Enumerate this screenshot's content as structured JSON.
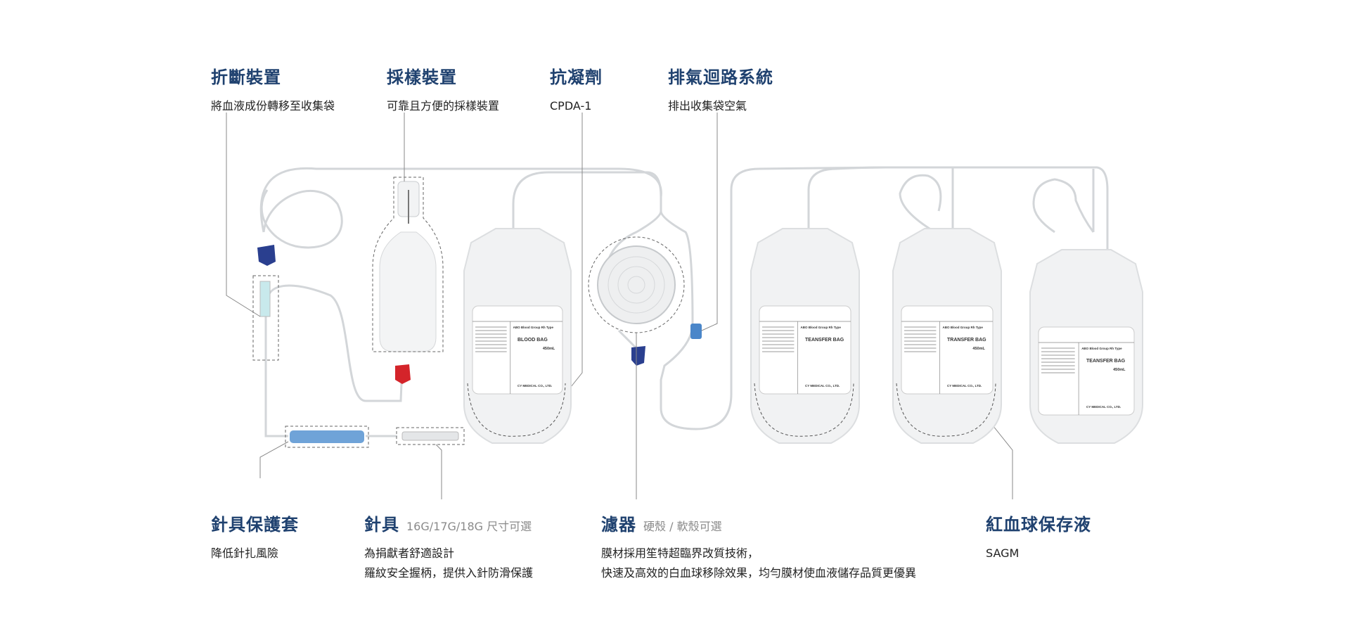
{
  "top_labels": [
    {
      "title": "折斷裝置",
      "desc": "將血液成份轉移至收集袋"
    },
    {
      "title": "採樣裝置",
      "desc": "可靠且方便的採樣裝置"
    },
    {
      "title": "抗凝劑",
      "desc": "CPDA-1"
    },
    {
      "title": "排氣迴路系統",
      "desc": "排出收集袋空氣"
    }
  ],
  "bottom_labels": [
    {
      "title": "針具保護套",
      "note": "",
      "desc": [
        "降低針扎風險"
      ]
    },
    {
      "title": "針具",
      "note": "16G/17G/18G 尺寸可選",
      "desc": [
        "為捐獻者舒適設計",
        "羅紋安全握柄，提供入針防滑保護"
      ]
    },
    {
      "title": "濾器",
      "note": "硬殼 / 軟殼可選",
      "desc": [
        "膜材採用笙特超臨界改質技術，",
        "快速及高效的白血球移除效果，均勻膜材使血液儲存品質更優異"
      ]
    },
    {
      "title": "紅血球保存液",
      "note": "",
      "desc": [
        "SAGM"
      ]
    }
  ],
  "bags": [
    {
      "name": "BLOOD BAG",
      "group": "ABO Blood Group Rh Type",
      "volume": "450mL",
      "maker": "CY MEDICAL CO., LTD."
    },
    {
      "name": "TEANSFER BAG",
      "group": "ABO Blood Group Rh Type",
      "volume": "",
      "maker": "CY MEDICAL CO., LTD."
    },
    {
      "name": "TRANSFER BAG",
      "group": "ABO Blood Group Rh Type",
      "volume": "450mL",
      "maker": "CY MEDICAL CO., LTD."
    },
    {
      "name": "TEANSFER BAG",
      "group": "ABO Blood Group Rh Type",
      "volume": "450mL",
      "maker": "CY MEDICAL CO., LTD."
    }
  ],
  "colors": {
    "title": "#1f416f",
    "clamp_blue": "#2a3f8f",
    "clamp_red": "#d4242a",
    "needle_guard": "#6fa3d8"
  }
}
